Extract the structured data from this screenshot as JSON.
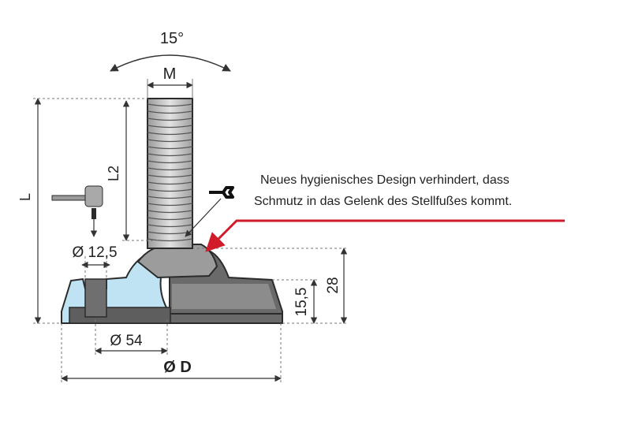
{
  "labels": {
    "angle": "15°",
    "thread": "M",
    "length_total": "L",
    "length_thread": "L2",
    "hole_diameter": "Ø 12,5",
    "inner_diameter": "Ø 54",
    "outer_diameter": "Ø D",
    "height_total": "28",
    "height_base": "15,5"
  },
  "note": {
    "line1": "Neues hygienisches Design verhindert, dass",
    "line2": "Schmutz in das Gelenk des Stellfußes kommt."
  },
  "colors": {
    "arrow": "#d11a2a",
    "base_dark": "#5e5e5e",
    "base_mid": "#8a8a8a",
    "section": "#bfe3f2",
    "thread": "#c9c9c9",
    "outline": "#2b2b2b"
  },
  "icons": [
    "wrench-icon",
    "hammer-icon"
  ]
}
